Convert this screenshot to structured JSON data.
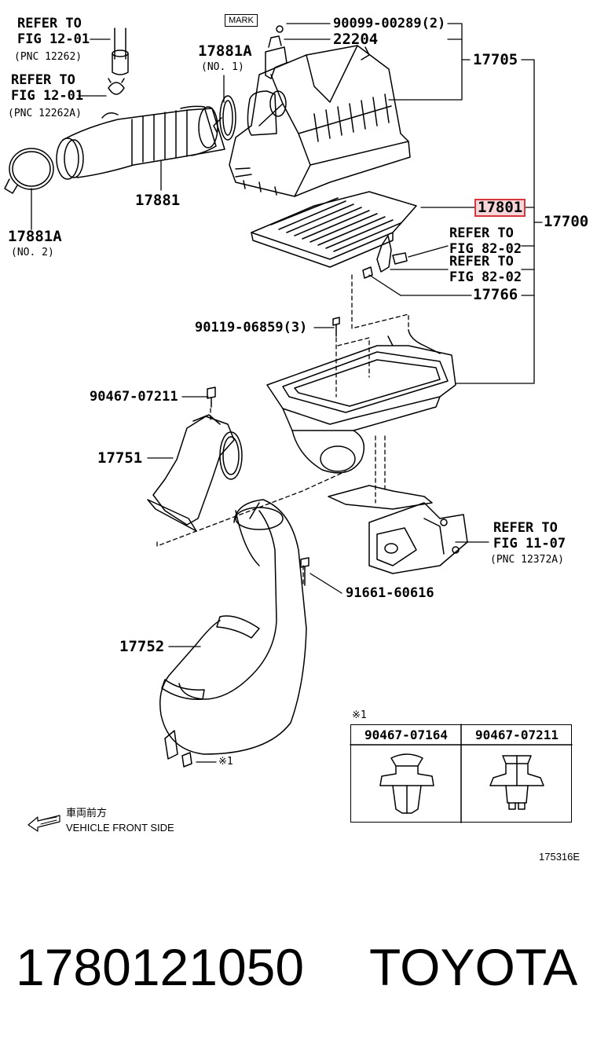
{
  "labels": {
    "refer_1262_fig": "REFER TO",
    "refer_1262_fig2": "FIG 12-01",
    "refer_1262_pnc": "(PNC 12262)",
    "refer_1262a_fig": "REFER TO",
    "refer_1262a_fig2": "FIG 12-01",
    "refer_1262a_pnc": "(PNC 12262A)",
    "mark": "MARK",
    "p_90099": "90099-00289(2)",
    "p_22204": "22204",
    "p_17705": "17705",
    "p_17881a_top": "17881A",
    "p_17881a_top_no": "(NO. 1)",
    "p_17881": "17881",
    "p_17881a_bot": "17881A",
    "p_17881a_bot_no": "(NO. 2)",
    "p_17801": "17801",
    "p_17700": "17700",
    "refer_8202_a1": "REFER TO",
    "refer_8202_a2": "FIG 82-02",
    "refer_8202_b1": "REFER TO",
    "refer_8202_b2": "FIG 82-02",
    "p_17766": "17766",
    "p_90119": "90119-06859(3)",
    "p_90467_07211": "90467-07211",
    "p_17751": "17751",
    "refer_1107_1": "REFER TO",
    "refer_1107_2": "FIG 11-07",
    "refer_1107_pnc": "(PNC 12372A)",
    "p_91661": "91661-60616",
    "p_17752": "17752",
    "note_ref": "※1",
    "note_mark": "※1",
    "front_jp": "車両前方",
    "front_en": "VEHICLE FRONT SIDE",
    "drawing_no": "175316E"
  },
  "table": {
    "col1": "90467-07164",
    "col2": "90467-07211"
  },
  "footer": {
    "part_number": "1780121050",
    "brand": "TOYOTA"
  },
  "colors": {
    "highlight_border": "#d9363e",
    "highlight_fill": "#f6d6d8",
    "line": "#000000"
  }
}
